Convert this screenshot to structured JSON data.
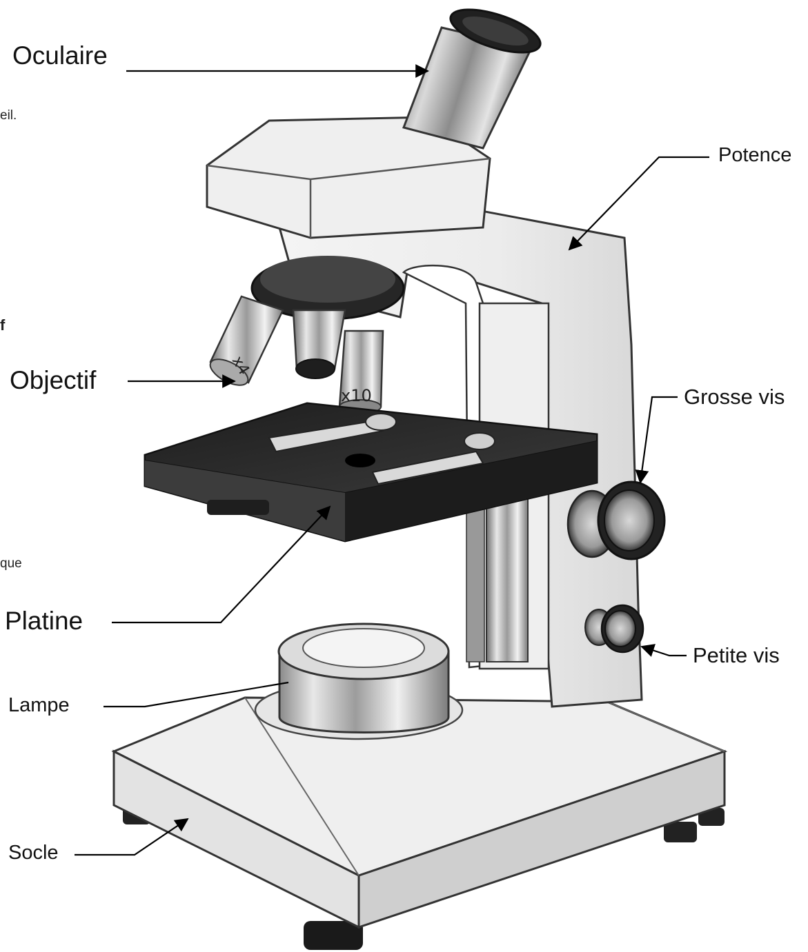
{
  "diagram": {
    "labels": {
      "oculaire": "Oculaire",
      "potence": "Potence",
      "objectif": "Objectif",
      "grosse_vis": "Grosse vis",
      "platine": "Platine",
      "petite_vis": "Petite vis",
      "lampe": "Lampe",
      "socle": "Socle"
    },
    "lens_markings": {
      "x4": "x4",
      "x10": "x10"
    },
    "edge_fragments": {
      "frag_1": "eil.",
      "frag_2": "f",
      "frag_3": "que"
    }
  }
}
